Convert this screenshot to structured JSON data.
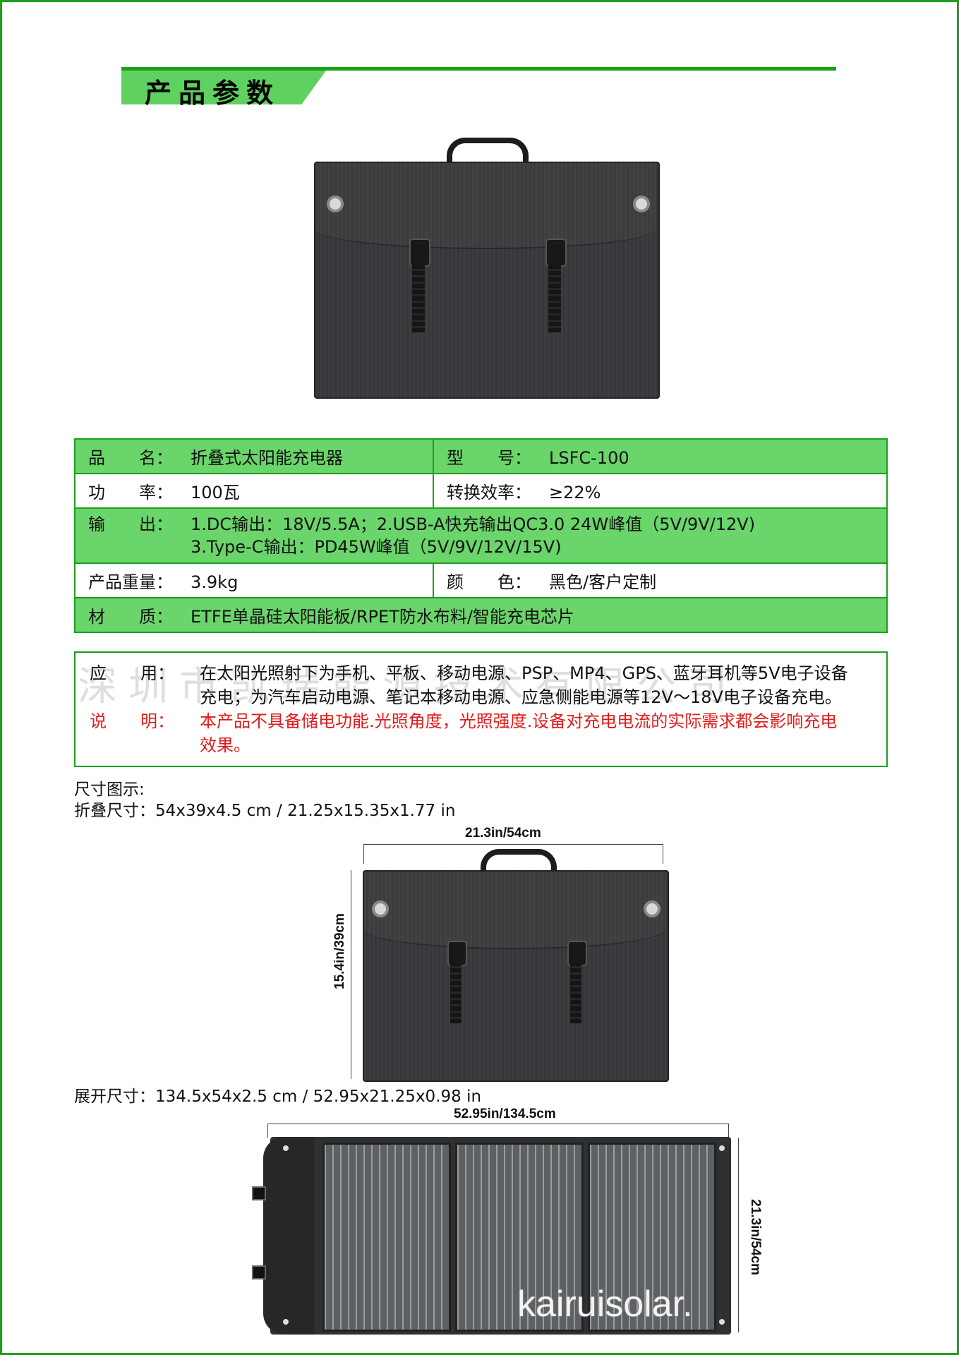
{
  "header": {
    "title": "产品参数"
  },
  "spec_table": {
    "rows": [
      {
        "l1": "品　　名：",
        "v1": "折叠式太阳能充电器",
        "l2": "型　　号：",
        "v2": "LSFC-100"
      },
      {
        "l1": "功　　率：",
        "v1": "100瓦",
        "l2": "转换效率：",
        "v2": "≥22%"
      },
      {
        "l1": "输　　出：",
        "v1a": "1.DC输出：18V/5.5A；2.USB-A快充输出QC3.0 24W峰值（5V/9V/12V)",
        "v1b": "3.Type-C输出：PD45W峰值（5V/9V/12V/15V)"
      },
      {
        "l1": "产品重量：",
        "v1": "3.9kg",
        "l2": "颜　　色：",
        "v2": "黑色/客户定制"
      },
      {
        "l1": "材　　质：",
        "v1": "ETFE单晶硅太阳能板/RPET防水布料/智能充电芯片"
      }
    ]
  },
  "application": {
    "label": "应　　用：",
    "line1": "在太阳光照射下为手机、平板、移动电源、PSP、MP4、GPS、蓝牙耳机等5V电子设备",
    "line2": "充电；为汽车启动电源、笔记本移动电源、应急侧能电源等12V～18V电子设备充电。",
    "note_label": "说　　明：",
    "note1": "本产品不具备储电功能.光照角度，光照强度.设备对充电电流的实际需求都会影响充电",
    "note2": "效果。"
  },
  "watermark_cn": "深圳市凯瑞能源技术有限公司",
  "dimensions": {
    "heading": "尺寸图示:",
    "folded": "折叠尺寸：54x39x4.5 cm / 21.25x15.35x1.77 in",
    "folded_width": "21.3in/54cm",
    "folded_height": "15.4in/39cm",
    "unfolded": "展开尺寸：134.5x54x2.5 cm / 52.95x21.25x0.98 in",
    "unfolded_width": "52.95in/134.5cm",
    "unfolded_height": "21.3in/54cm"
  },
  "watermark_en": "kairuisolar."
}
